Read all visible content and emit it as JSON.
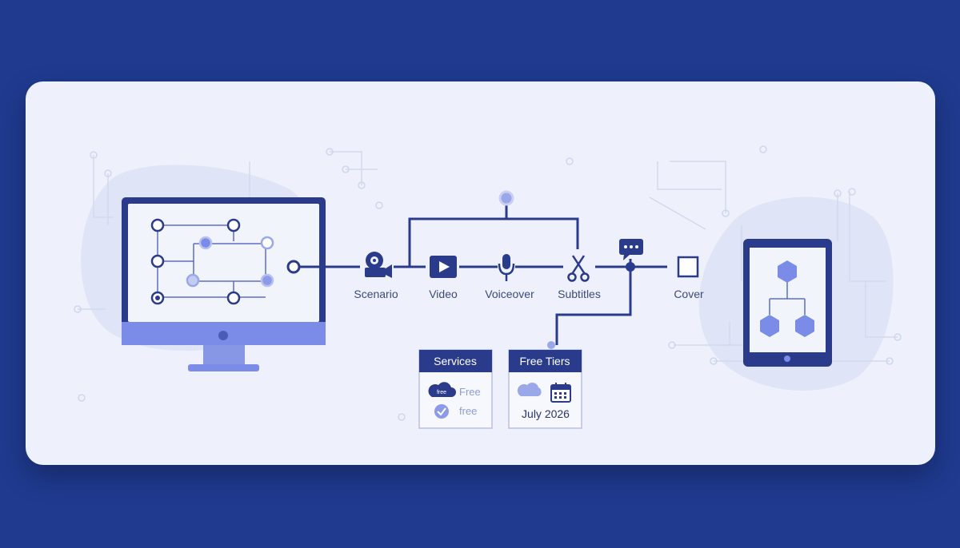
{
  "pipeline": {
    "steps": [
      {
        "label": "Scenario",
        "icon": "film-camera-icon"
      },
      {
        "label": "Video",
        "icon": "play-icon"
      },
      {
        "label": "Voiceover",
        "icon": "microphone-icon"
      },
      {
        "label": "Subtitles",
        "icon": "scissors-icon"
      },
      {
        "label": "Cover",
        "icon": "square-icon"
      }
    ]
  },
  "services_panel": {
    "title": "Services",
    "rows": [
      {
        "badge": "free",
        "text": "Free",
        "icon": "cloud-icon"
      },
      {
        "text": "free",
        "icon": "check-circle-icon"
      }
    ]
  },
  "free_tiers_panel": {
    "title": "Free Tiers",
    "date": "July 2026",
    "icons": [
      "cloud-icon",
      "calendar-icon"
    ]
  },
  "colors": {
    "background": "#1f3a8f",
    "card": "#eef1fb",
    "primary": "#2a3b8c",
    "accent": "#7b8ce8",
    "circuit": "#d3d9ef"
  }
}
